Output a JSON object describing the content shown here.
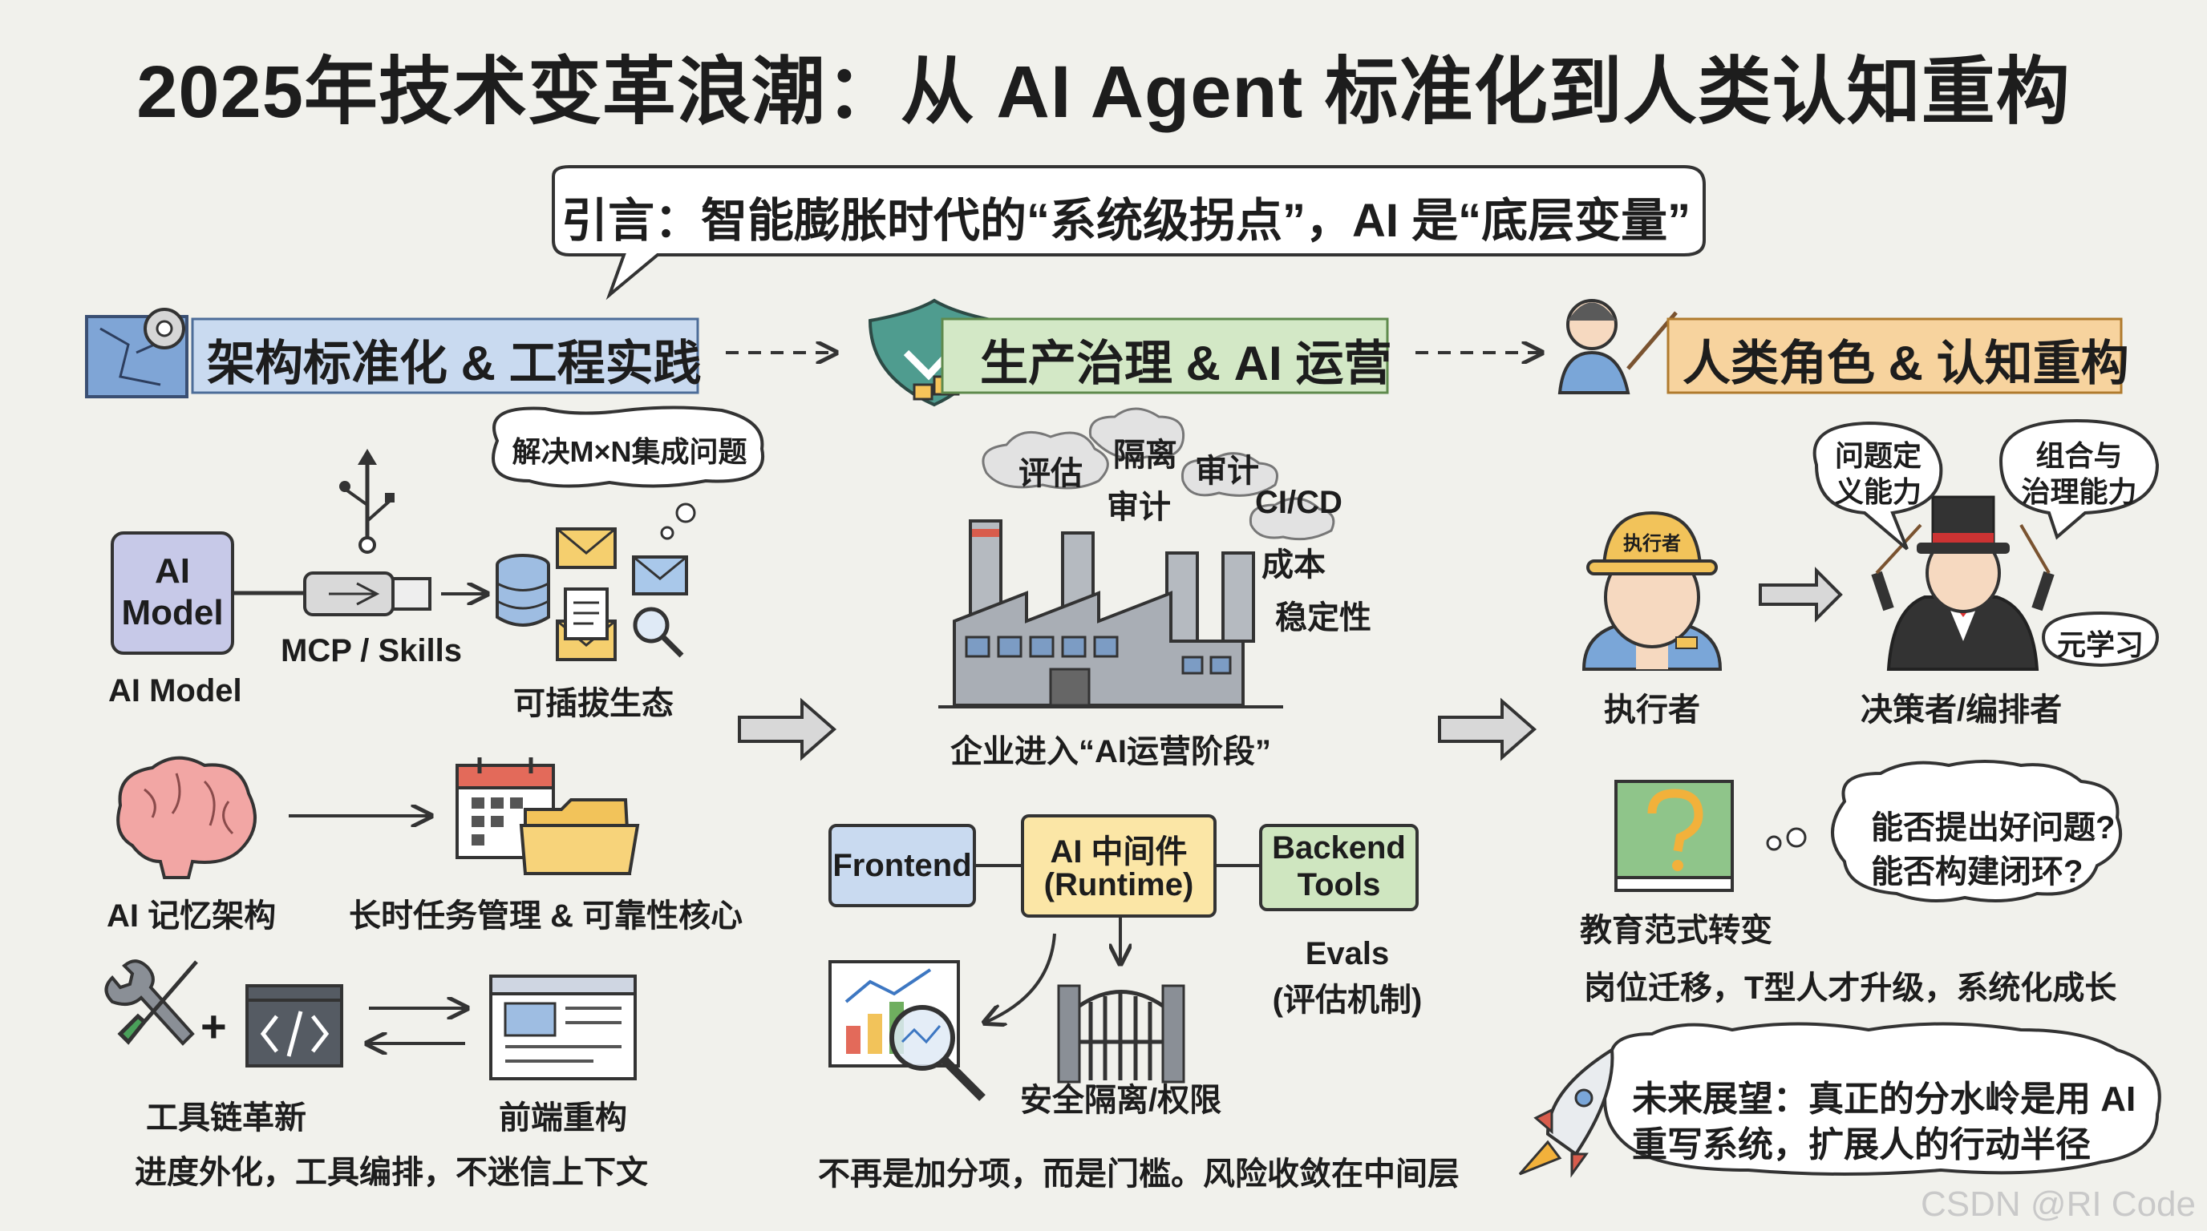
{
  "title": "2025年技术变革浪潮：从 AI Agent 标准化到人类认知重构",
  "intro": "引言：智能膨胀时代的“系统级拐点”，AI 是“底层变量”",
  "sections": {
    "architecture": "架构标准化 & 工程实践",
    "governance": "生产治理 & AI 运营",
    "human": "人类角色 & 认知重构"
  },
  "left": {
    "model_box": [
      "AI",
      "Model"
    ],
    "model_caption": "AI Model",
    "mcp": "MCP / Skills",
    "mxn_bubble": "解决M×N集成问题",
    "pluggable": "可插拔生态",
    "memory": "AI 记忆架构",
    "long_task": "长时任务管理 & 可靠性核心",
    "toolchain": "工具链革新",
    "frontend_rebuild": "前端重构",
    "toolchain_note": "进度外化，工具编排，不迷信上下文"
  },
  "middle": {
    "smoke_labels": [
      "评估",
      "隔离",
      "审计",
      "审计",
      "CI/CD",
      "成本",
      "稳定性"
    ],
    "ops_stage": "企业进入“AI运营阶段”",
    "frontend": "Frontend",
    "middleware": [
      "AI 中间件",
      "(Runtime)"
    ],
    "backend": [
      "Backend",
      "Tools"
    ],
    "evals": [
      "Evals",
      "(评估机制)"
    ],
    "security": "安全隔离/权限",
    "note": "不再是加分项，而是门槛。风险收敛在中间层"
  },
  "right": {
    "hat_label": "执行者",
    "executor": "执行者",
    "decider": "决策者/编排者",
    "bubble_problem": [
      "问题定",
      "义能力"
    ],
    "bubble_combine": [
      "组合与",
      "治理能力"
    ],
    "bubble_meta": "元学习",
    "education": "教育范式转变",
    "thought": [
      "能否提出好问题?",
      "能否构建闭环?"
    ],
    "career": "岗位迁移，T型人才升级，系统化成长",
    "future": [
      "未来展望：真正的分水岭是用 AI",
      "重写系统，扩展人的行动半径"
    ]
  },
  "watermark": "CSDN @RI Code",
  "colors": {
    "background": "#f1f1ec",
    "blue_banner": "#c9daf0",
    "green_banner": "#d3e8c6",
    "orange_banner": "#f7d39e",
    "model_box": "#c7c9e8",
    "middleware_box": "#fbe6a6",
    "frontend_box": "#c9daf0",
    "backend_box": "#cfe6c0",
    "book": "#8fc58a"
  },
  "icons": [
    "blueprint-gear-icon",
    "shield-check-icon",
    "teacher-icon",
    "usb-icon",
    "usb-plug-icon",
    "database-icon",
    "mail-icon",
    "document-icon",
    "magnifier-icon",
    "brain-icon",
    "calendar-icon",
    "folder-icon",
    "wrench-screwdriver-icon",
    "code-icon",
    "browser-icon",
    "factory-icon",
    "chart-magnifier-icon",
    "gate-icon",
    "worker-icon",
    "conductor-icon",
    "question-book-icon",
    "rocket-icon"
  ]
}
